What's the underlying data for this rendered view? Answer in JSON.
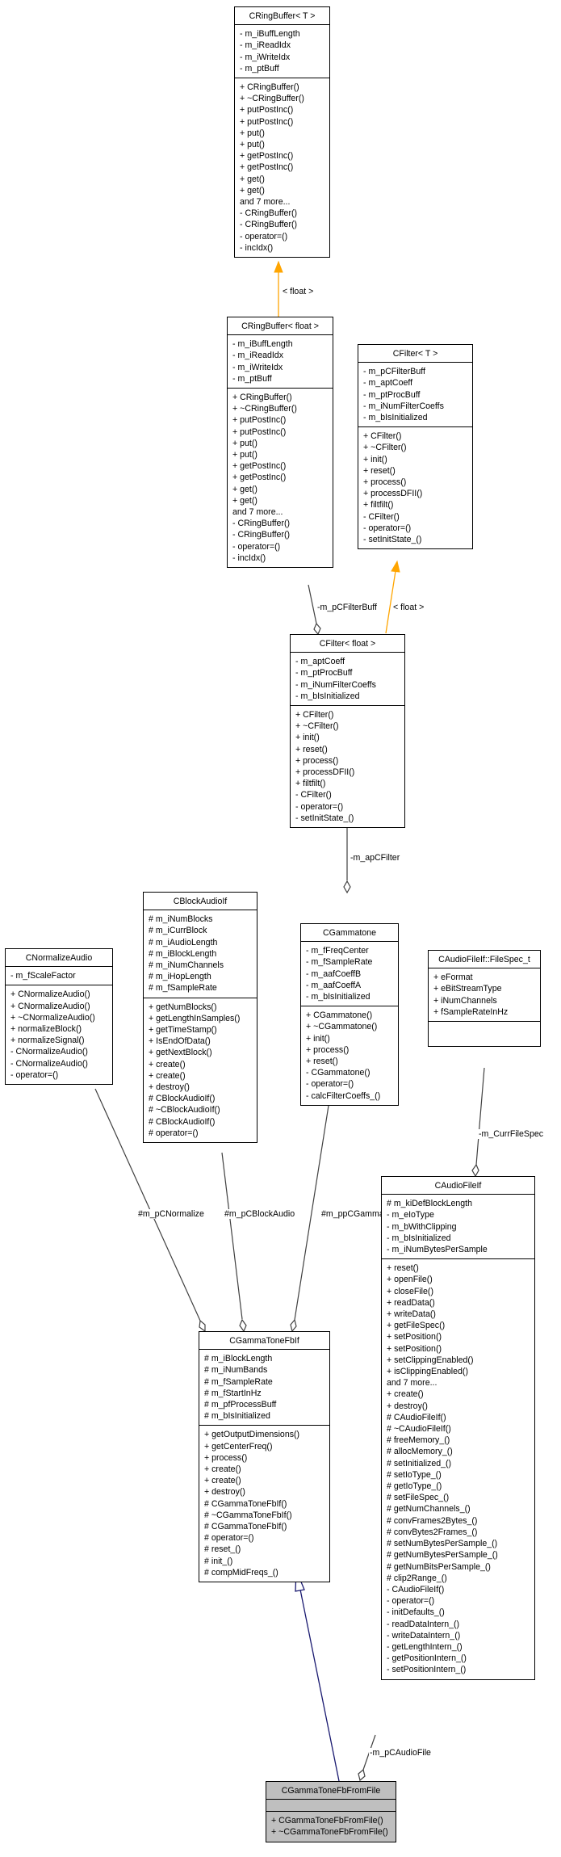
{
  "classes": {
    "ringbuffer_t": {
      "name": "CRingBuffer< T >",
      "attributes": [
        "- m_iBuffLength",
        "- m_iReadIdx",
        "- m_iWriteIdx",
        "- m_ptBuff"
      ],
      "methods": [
        "+ CRingBuffer()",
        "+ ~CRingBuffer()",
        "+ putPostInc()",
        "+ putPostInc()",
        "+ put()",
        "+ put()",
        "+ getPostInc()",
        "+ getPostInc()",
        "+ get()",
        "+ get()",
        "and 7 more...",
        "- CRingBuffer()",
        "- CRingBuffer()",
        "- operator=()",
        "- incIdx()"
      ]
    },
    "ringbuffer_float": {
      "name": "CRingBuffer< float >",
      "attributes": [
        "- m_iBuffLength",
        "- m_iReadIdx",
        "- m_iWriteIdx",
        "- m_ptBuff"
      ],
      "methods": [
        "+ CRingBuffer()",
        "+ ~CRingBuffer()",
        "+ putPostInc()",
        "+ putPostInc()",
        "+ put()",
        "+ put()",
        "+ getPostInc()",
        "+ getPostInc()",
        "+ get()",
        "+ get()",
        "and 7 more...",
        "- CRingBuffer()",
        "- CRingBuffer()",
        "- operator=()",
        "- incIdx()"
      ]
    },
    "filter_t": {
      "name": "CFilter< T >",
      "attributes": [
        "- m_pCFilterBuff",
        "- m_aptCoeff",
        "- m_ptProcBuff",
        "- m_iNumFilterCoeffs",
        "- m_bIsInitialized"
      ],
      "methods": [
        "+ CFilter()",
        "+ ~CFilter()",
        "+ init()",
        "+ reset()",
        "+ process()",
        "+ processDFII()",
        "+ filtfilt()",
        "- CFilter()",
        "- operator=()",
        "- setInitState_()"
      ]
    },
    "filter_float": {
      "name": "CFilter< float >",
      "attributes": [
        "- m_aptCoeff",
        "- m_ptProcBuff",
        "- m_iNumFilterCoeffs",
        "- m_bIsInitialized"
      ],
      "methods": [
        "+ CFilter()",
        "+ ~CFilter()",
        "+ init()",
        "+ reset()",
        "+ process()",
        "+ processDFII()",
        "+ filtfilt()",
        "- CFilter()",
        "- operator=()",
        "- setInitState_()"
      ]
    },
    "normalize": {
      "name": "CNormalizeAudio",
      "attributes": [
        "- m_fScaleFactor"
      ],
      "methods": [
        "+ CNormalizeAudio()",
        "+ CNormalizeAudio()",
        "+ ~CNormalizeAudio()",
        "+ normalizeBlock()",
        "+ normalizeSignal()",
        "- CNormalizeAudio()",
        "- CNormalizeAudio()",
        "- operator=()"
      ]
    },
    "blockaudio": {
      "name": "CBlockAudioIf",
      "attributes": [
        "# m_iNumBlocks",
        "# m_iCurrBlock",
        "# m_iAudioLength",
        "# m_iBlockLength",
        "# m_iNumChannels",
        "# m_iHopLength",
        "# m_fSampleRate"
      ],
      "methods": [
        "+ getNumBlocks()",
        "+ getLengthInSamples()",
        "+ getTimeStamp()",
        "+ IsEndOfData()",
        "+ getNextBlock()",
        "+ create()",
        "+ create()",
        "+ destroy()",
        "# CBlockAudioIf()",
        "# ~CBlockAudioIf()",
        "# CBlockAudioIf()",
        "# operator=()"
      ]
    },
    "gammatone": {
      "name": "CGammatone",
      "attributes": [
        "- m_fFreqCenter",
        "- m_fSampleRate",
        "- m_aafCoeffB",
        "- m_aafCoeffA",
        "- m_bIsInitialized"
      ],
      "methods": [
        "+ CGammatone()",
        "+ ~CGammatone()",
        "+ init()",
        "+ process()",
        "+ reset()",
        "- CGammatone()",
        "- operator=()",
        "- calcFilterCoeffs_()"
      ]
    },
    "filespec": {
      "name": "CAudioFileIf::FileSpec_t",
      "attributes": [
        "+ eFormat",
        "+ eBitStreamType",
        "+ iNumChannels",
        "+ fSampleRateInHz"
      ],
      "methods": []
    },
    "audiofile": {
      "name": "CAudioFileIf",
      "attributes": [
        "# m_kiDefBlockLength",
        "- m_eIoType",
        "- m_bWithClipping",
        "- m_bIsInitialized",
        "- m_iNumBytesPerSample"
      ],
      "methods": [
        "+ reset()",
        "+ openFile()",
        "+ closeFile()",
        "+ readData()",
        "+ writeData()",
        "+ getFileSpec()",
        "+ setPosition()",
        "+ setPosition()",
        "+ setClippingEnabled()",
        "+ isClippingEnabled()",
        "and 7 more...",
        "+ create()",
        "+ destroy()",
        "# CAudioFileIf()",
        "# ~CAudioFileIf()",
        "# freeMemory_()",
        "# allocMemory_()",
        "# setInitialized_()",
        "# setIoType_()",
        "# getIoType_()",
        "# setFileSpec_()",
        "# getNumChannels_()",
        "# convFrames2Bytes_()",
        "# convBytes2Frames_()",
        "# setNumBytesPerSample_()",
        "# getNumBytesPerSample_()",
        "# getNumBitsPerSample_()",
        "# clip2Range_()",
        "- CAudioFileIf()",
        "- operator=()",
        "- initDefaults_()",
        "- readDataIntern_()",
        "- writeDataIntern_()",
        "- getLengthIntern_()",
        "- getPositionIntern_()",
        "- setPositionIntern_()"
      ]
    },
    "gammatonefb": {
      "name": "CGammaToneFbIf",
      "attributes": [
        "# m_iBlockLength",
        "# m_iNumBands",
        "# m_fSampleRate",
        "# m_fStartInHz",
        "# m_pfProcessBuff",
        "# m_bIsInitialized"
      ],
      "methods": [
        "+ getOutputDimensions()",
        "+ getCenterFreq()",
        "+ process()",
        "+ create()",
        "+ create()",
        "+ destroy()",
        "# CGammaToneFbIf()",
        "# ~CGammaToneFbIf()",
        "# CGammaToneFbIf()",
        "# operator=()",
        "# reset_()",
        "# init_()",
        "# compMidFreqs_()"
      ]
    },
    "gammatonefromfile": {
      "name": "CGammaToneFbFromFile",
      "attributes": [],
      "methods": [
        "+ CGammaToneFbFromFile()",
        "+ ~CGammaToneFbFromFile()"
      ]
    }
  },
  "edge_labels": {
    "tpl_ringbuffer": "< float >",
    "tpl_filter": "< float >",
    "filterbuff": "-m_pCFilterBuff",
    "apcfilter": "-m_apCFilter",
    "pcnormalize": "#m_pCNormalize",
    "pcblockaudio": "#m_pCBlockAudio",
    "ppcgammatone": "#m_ppCGammatone",
    "currfilespec": "-m_CurrFileSpec",
    "pcaudiofile": "-m_pCAudioFile"
  },
  "colors": {
    "template_edge": "#FFA500",
    "inheritance_edge": "#191970",
    "usage_edge": "#404040",
    "highlight_fill": "#BFBFBF"
  }
}
